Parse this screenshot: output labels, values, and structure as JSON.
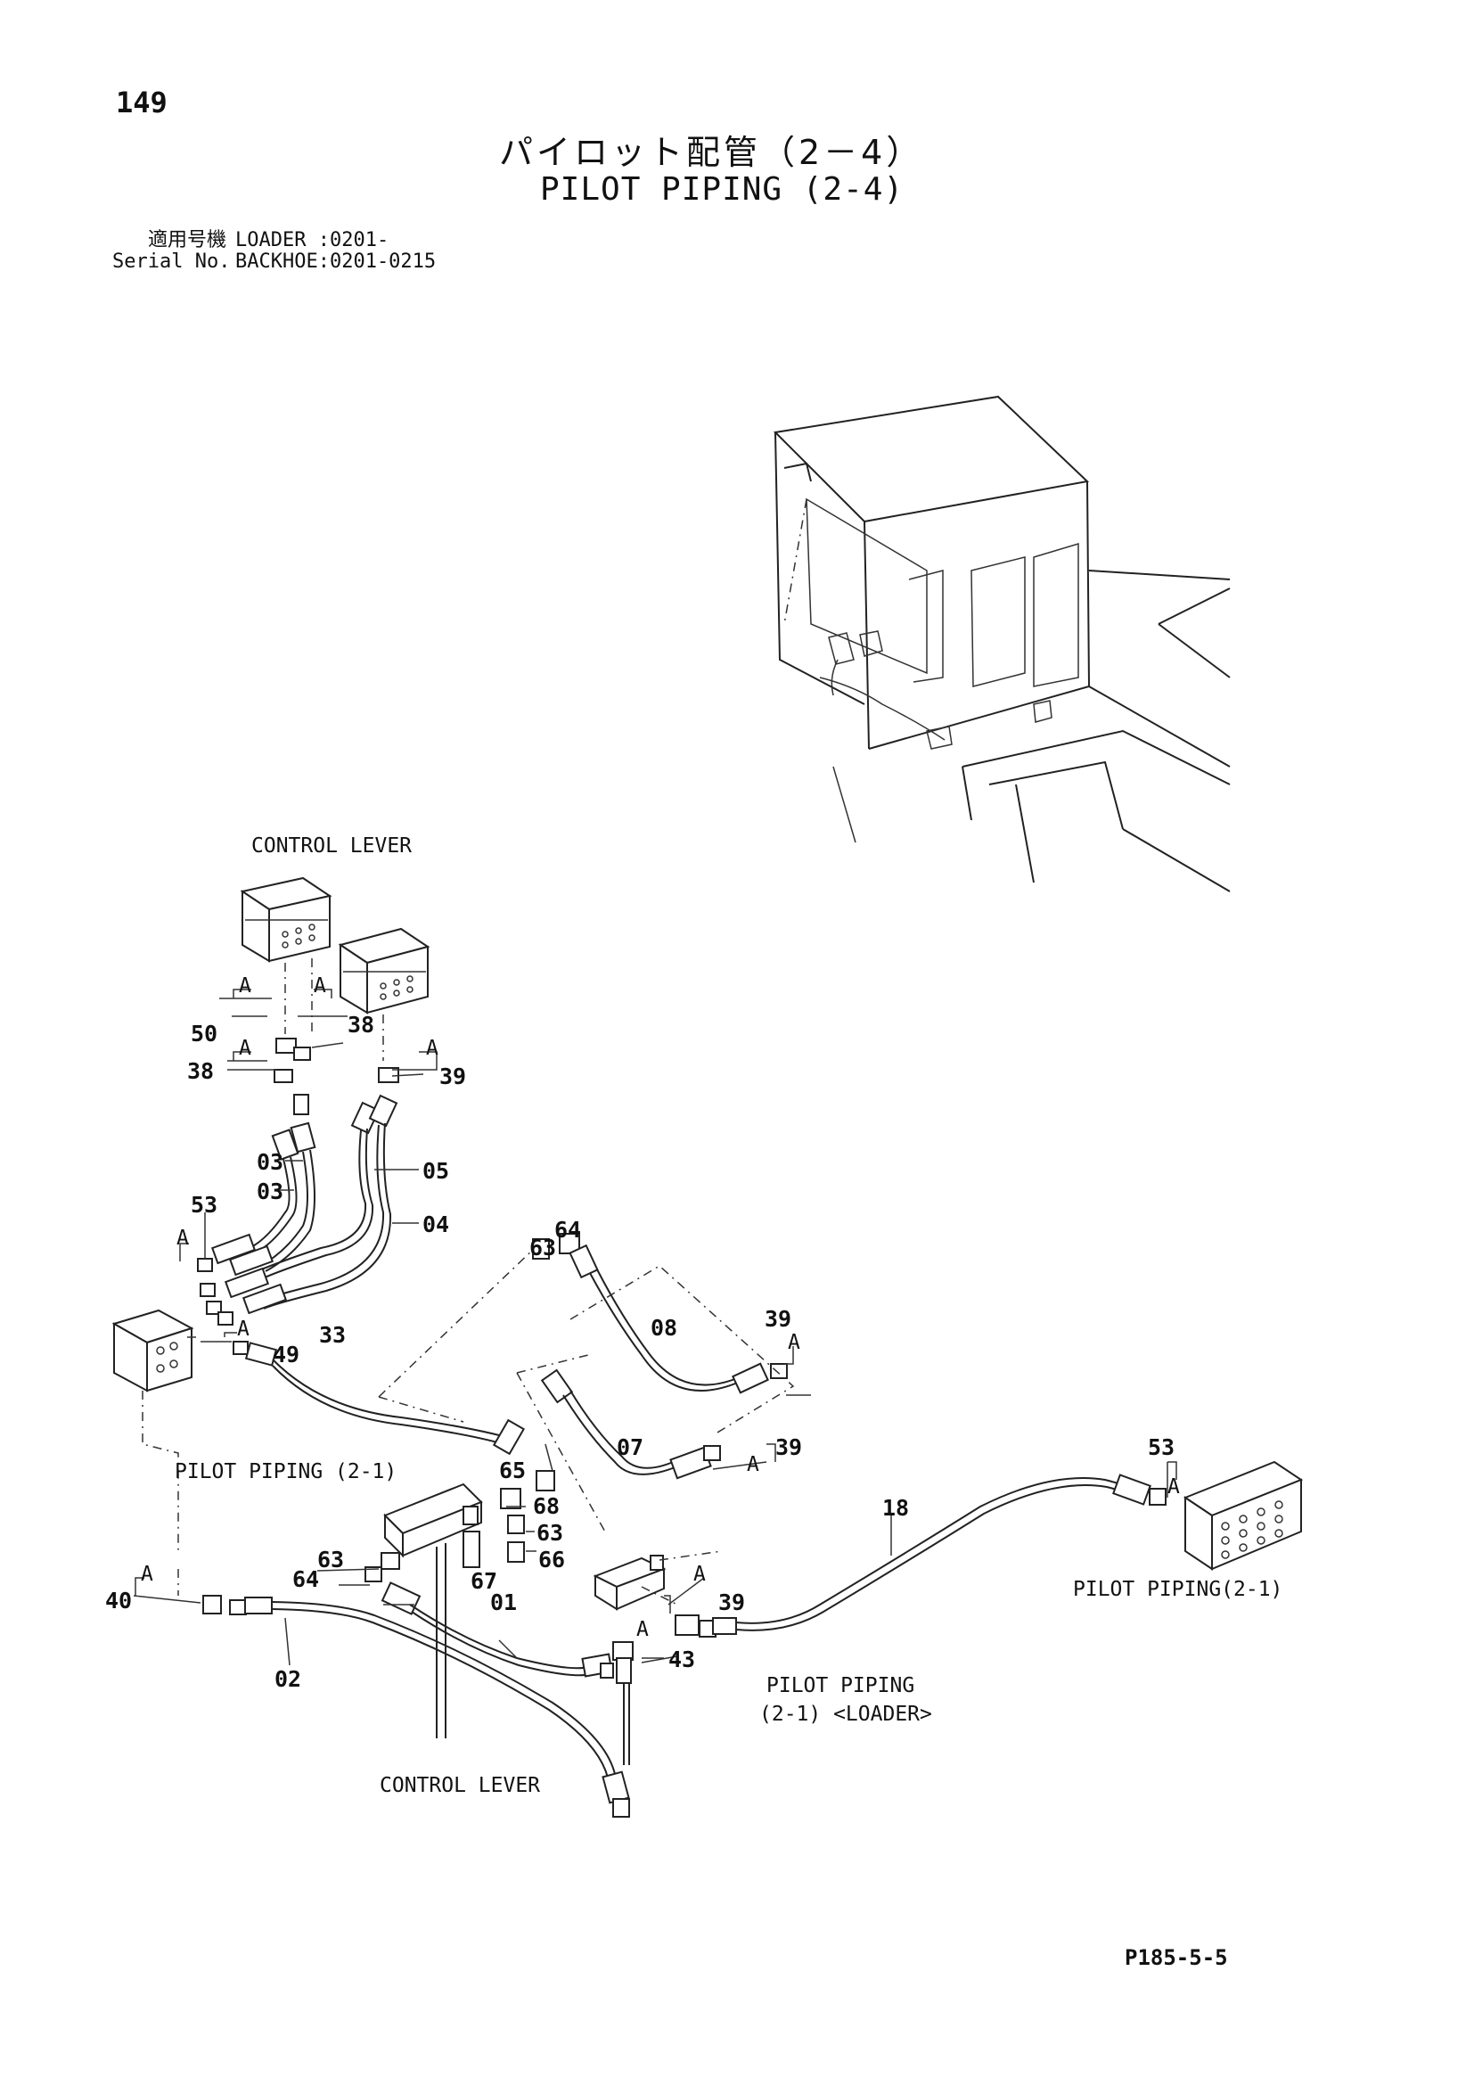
{
  "page_number": "149",
  "title_jp": "パイロット配管（2－4）",
  "title_en": "PILOT PIPING (2-4)",
  "serial": {
    "label_jp": "適用号機",
    "label_en": "Serial No.",
    "loader": "LOADER :0201-",
    "backhoe": "BACKHOE:0201-0215"
  },
  "labels": {
    "control_lever_top": "CONTROL LEVER",
    "control_lever_bottom": "CONTROL LEVER",
    "pilot_piping_left": "PILOT PIPING (2-1)",
    "pilot_piping_right": "PILOT PIPING(2-1)",
    "pilot_piping_loader_1": "PILOT PIPING",
    "pilot_piping_loader_2": "(2-1) <LOADER>"
  },
  "part_numbers": {
    "p50": "50",
    "p38a": "38",
    "p38b": "38",
    "p39a": "39",
    "p03a": "03",
    "p03b": "03",
    "p05": "05",
    "p04": "04",
    "p53a": "53",
    "p49": "49",
    "p33": "33",
    "p63a": "63",
    "p64a": "64",
    "p08": "08",
    "p39b": "39",
    "p07": "07",
    "p39c": "39",
    "p65": "65",
    "p68": "68",
    "p63b": "63",
    "p66": "66",
    "p67": "67",
    "p01": "01",
    "p63c": "63",
    "p64b": "64",
    "p40": "40",
    "p02": "02",
    "p18": "18",
    "p53b": "53",
    "p39d": "39",
    "p43": "43"
  },
  "ref_mark": "A",
  "footer_code": "P185-5-5"
}
